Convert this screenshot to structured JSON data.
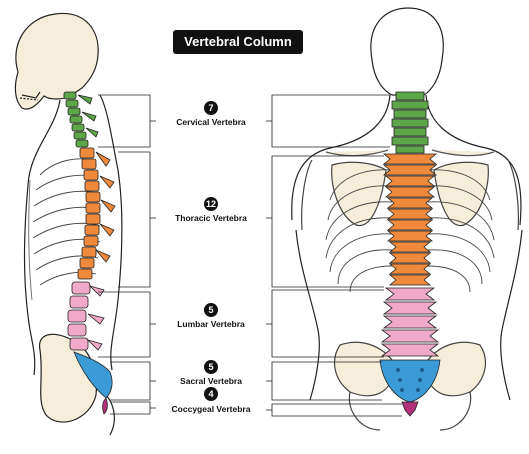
{
  "title": "Vertebral Column",
  "colors": {
    "cervical": "#5ea64a",
    "thoracic": "#ef8a3c",
    "lumbar": "#f0a9c8",
    "sacral": "#3b9bd6",
    "coccygeal": "#b0307a",
    "outline": "#222222",
    "bone": "#f2e7c9"
  },
  "regions": [
    {
      "key": "cervical",
      "count": "7",
      "label": "Cervical Vertebra"
    },
    {
      "key": "thoracic",
      "count": "12",
      "label": "Thoracic Vertebra"
    },
    {
      "key": "lumbar",
      "count": "5",
      "label": "Lumbar Vertebra"
    },
    {
      "key": "sacral",
      "count": "5",
      "label": "Sacral Vertebra"
    },
    {
      "key": "coccygeal",
      "count": "4",
      "label": "Coccygeal Vertebra"
    }
  ]
}
